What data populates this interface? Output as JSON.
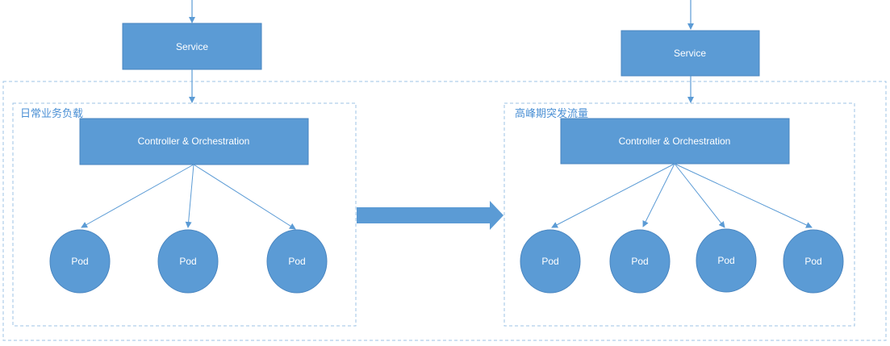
{
  "colors": {
    "box_fill": "#5b9bd5",
    "box_stroke": "#4a86c0",
    "line": "#5b9bd5",
    "dashed_border": "#9dc3e6",
    "label": "#4a8fd4"
  },
  "left": {
    "service_label": "Service",
    "group_label": "日常业务负载",
    "controller_label": "Controller & Orchestration",
    "pods": [
      "Pod",
      "Pod",
      "Pod"
    ]
  },
  "right": {
    "service_label": "Service",
    "group_label": "高峰期突发流量",
    "controller_label": "Controller & Orchestration",
    "pods": [
      "Pod",
      "Pod",
      "Pod",
      "Pod"
    ]
  },
  "transition_icon": "right-arrow-icon"
}
